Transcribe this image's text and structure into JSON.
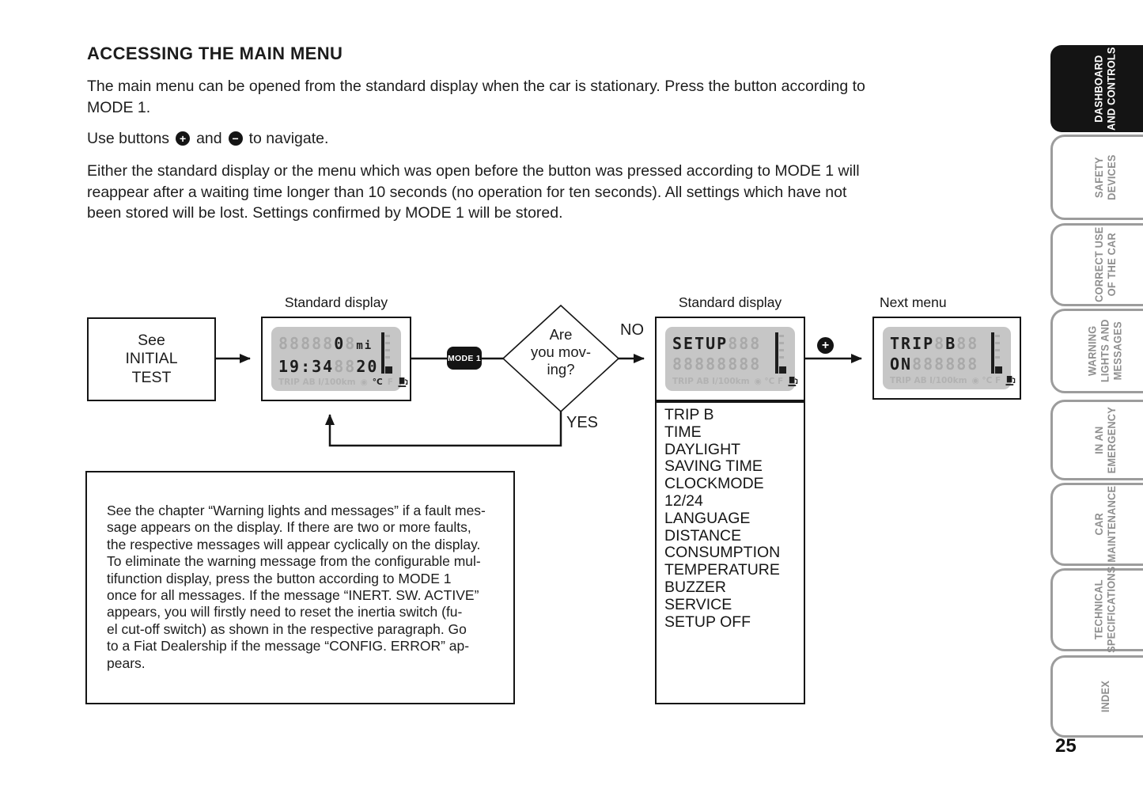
{
  "header": {
    "title": "ACCESSING THE MAIN MENU"
  },
  "paragraphs": {
    "p1_lines": [
      "The main menu can be opened from the standard display when the car is stationary. Press the button according to",
      "MODE 1."
    ],
    "use_buttons": {
      "prefix": "Use buttons",
      "plus_icon": "+",
      "mid": "and",
      "minus_icon": "−",
      "suffix": "to navigate."
    },
    "p3_lines": [
      "Either the standard display or the menu which was open before the button was pressed according to MODE 1 will",
      "reappear after a waiting time longer than 10 seconds (no operation for ten seconds).  All settings which have not",
      "been stored will be lost. Settings confirmed by MODE 1 will be stored."
    ]
  },
  "flowchart": {
    "initial_box_lines": [
      "See",
      "INITIAL",
      "TEST"
    ],
    "label_standard_1": "Standard display",
    "label_standard_2": "Standard display",
    "label_next_menu": "Next menu",
    "mode1_button": "MODE 1",
    "diamond_lines": [
      "Are",
      "you mov-",
      "ing?"
    ],
    "no_label": "NO",
    "yes_label": "YES",
    "plus_symbol": "+",
    "menu_items": [
      "TRIP B",
      "TIME",
      "DAYLIGHT",
      "SAVING TIME",
      "CLOCKMODE",
      "12/24",
      "LANGUAGE",
      "DISTANCE",
      "CONSUMPTION",
      "TEMPERATURE",
      "BUZZER",
      "SERVICE",
      "SETUP OFF"
    ]
  },
  "lcds": {
    "standard": {
      "row1": [
        {
          "t": "88888",
          "on": false
        },
        {
          "t": "0",
          "on": true
        },
        {
          "t": "8",
          "on": false
        },
        {
          "t": "mi",
          "on": true,
          "sm": true
        }
      ],
      "row2": [
        {
          "t": "19:34",
          "on": true
        },
        {
          "t": "88",
          "on": false
        },
        {
          "t": "20",
          "on": true
        }
      ],
      "bottom": [
        {
          "t": "TRIP AB l/100km",
          "on": false
        },
        {
          "t": "◉",
          "on": false
        },
        {
          "t": "°C",
          "on": true
        },
        {
          "t": "F",
          "on": false
        }
      ]
    },
    "setup": {
      "row1": [
        {
          "t": "SETUP",
          "on": true
        },
        {
          "t": "888",
          "on": false
        }
      ],
      "row2": [
        {
          "t": "88888888",
          "on": false
        }
      ],
      "bottom": [
        {
          "t": "TRIP AB l/100km",
          "on": false
        },
        {
          "t": "◉ °C F",
          "on": false
        }
      ]
    },
    "next": {
      "row1": [
        {
          "t": "TRIP",
          "on": true
        },
        {
          "t": "8",
          "on": false
        },
        {
          "t": "B",
          "on": true
        },
        {
          "t": "88",
          "on": false
        }
      ],
      "row2": [
        {
          "t": "ON",
          "on": true
        },
        {
          "t": "888888",
          "on": false
        }
      ],
      "bottom": [
        {
          "t": "TRIP AB l/100km",
          "on": false
        },
        {
          "t": "◉ °C F",
          "on": false
        }
      ]
    }
  },
  "note_box": {
    "lines": [
      "See the chapter “Warning lights and messages” if a fault mes-",
      "sage appears on the display. If there are two or more faults,",
      "the respective messages will appear cyclically on the display.",
      "To eliminate the warning message from the configurable mul-",
      "tifunction display, press the button according to MODE 1",
      "once for all messages. If the message “INERT. SW. ACTIVE”",
      "appears, you will firstly need to reset the inertia switch (fu-",
      "el cut-off switch) as shown in the respective paragraph. Go",
      "to a Fiat Dealership if the message “CONFIG. ERROR” ap-",
      "pears."
    ]
  },
  "sidebar": {
    "tabs": [
      {
        "lines": [
          "DASHBOARD",
          "AND CONTROLS"
        ],
        "active": true
      },
      {
        "lines": [
          "SAFETY",
          "DEVICES"
        ],
        "active": false
      },
      {
        "lines": [
          "CORRECT USE",
          "OF THE CAR"
        ],
        "active": false
      },
      {
        "lines": [
          "WARNING",
          "LIGHTS AND",
          "MESSAGES"
        ],
        "active": false
      },
      {
        "lines": [
          "IN AN",
          "EMERGENCY"
        ],
        "active": false
      },
      {
        "lines": [
          "CAR",
          "MAINTENANCE"
        ],
        "active": false
      },
      {
        "lines": [
          "TECHNICAL",
          "SPECIFICATIONS"
        ],
        "active": false
      },
      {
        "lines": [
          "INDEX"
        ],
        "active": false
      }
    ]
  },
  "page": {
    "number": "25"
  },
  "colors": {
    "tab_active_bg": "#141414",
    "tab_inactive_text": "#8f8f8f",
    "tab_border": "#9c9c9c",
    "lcd_background": "#c6c6c6",
    "lcd_ghost": "#a9a9a9",
    "lcd_active": "#1d1d1d",
    "ink": "#1c1c1c"
  }
}
